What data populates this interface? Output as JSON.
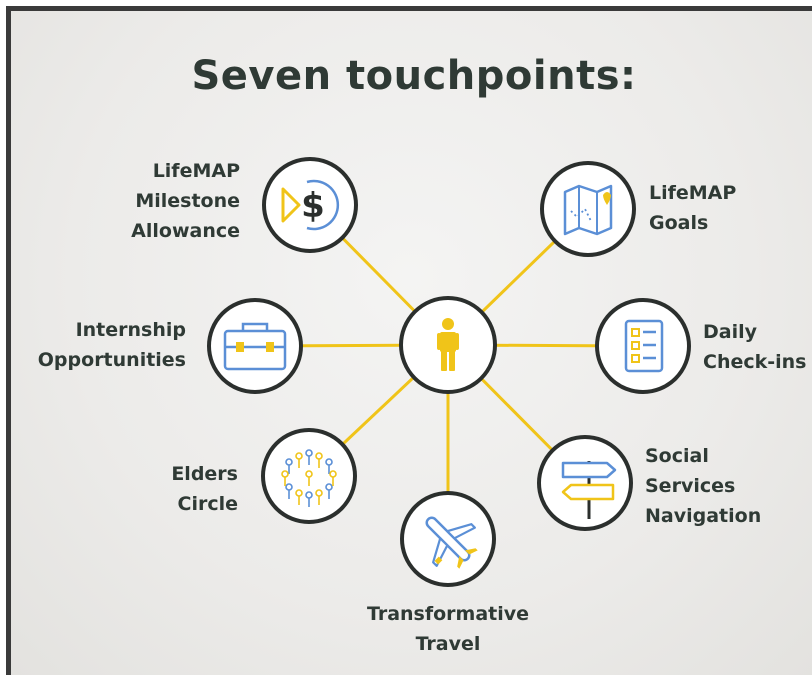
{
  "title": "Seven touchpoints:",
  "center": {
    "icon": "person-icon"
  },
  "touchpoints": [
    {
      "id": "milestone-allowance",
      "icon": "dollar-icon",
      "lines": [
        "LifeMAP",
        "Milestone",
        "Allowance"
      ]
    },
    {
      "id": "goals",
      "icon": "map-icon",
      "lines": [
        "LifeMAP",
        "Goals"
      ]
    },
    {
      "id": "internship",
      "icon": "briefcase-icon",
      "lines": [
        "Internship",
        "Opportunities"
      ]
    },
    {
      "id": "daily-checkins",
      "icon": "checklist-icon",
      "lines": [
        "Daily",
        "Check-ins"
      ]
    },
    {
      "id": "elders-circle",
      "icon": "people-circle-icon",
      "lines": [
        "Elders",
        "Circle"
      ]
    },
    {
      "id": "social-services",
      "icon": "signpost-icon",
      "lines": [
        "Social",
        "Services",
        "Navigation"
      ]
    },
    {
      "id": "travel",
      "icon": "airplane-icon",
      "lines": [
        "Transformative",
        "Travel"
      ]
    }
  ],
  "colors": {
    "ring": "#2b2f2d",
    "accent": "#f0c419",
    "icon_blue": "#5b8fd6",
    "text": "#2f3a35"
  }
}
